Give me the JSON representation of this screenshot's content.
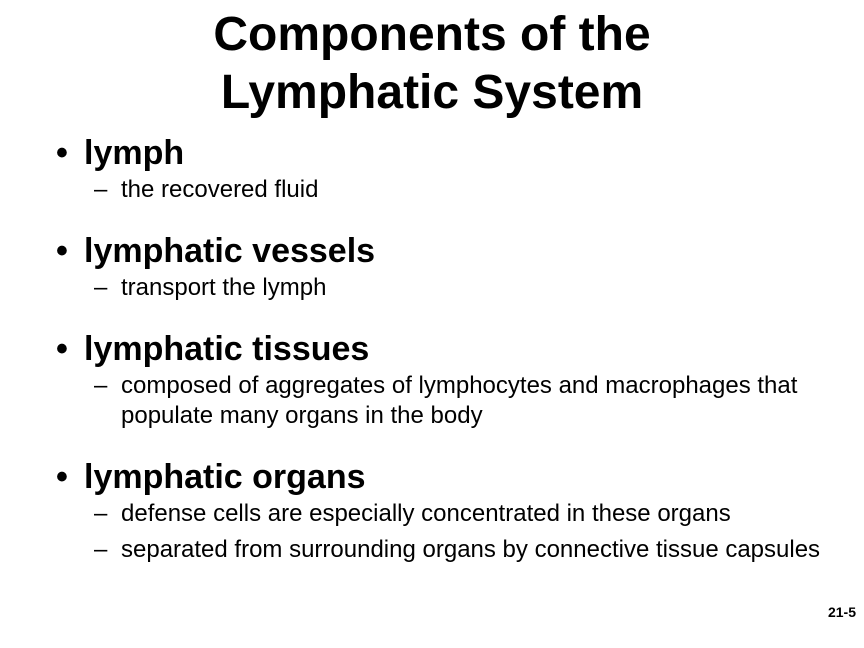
{
  "title": {
    "line1": "Components of the",
    "line2": "Lymphatic System"
  },
  "bullets": [
    {
      "heading": "lymph",
      "subs": [
        "the recovered fluid"
      ]
    },
    {
      "heading": "lymphatic vessels",
      "subs": [
        "transport the lymph"
      ]
    },
    {
      "heading": "lymphatic tissues",
      "subs": [
        "composed of aggregates of lymphocytes and macrophages that populate many organs in the body"
      ]
    },
    {
      "heading": "lymphatic organs",
      "subs": [
        "defense cells are especially concentrated in these organs",
        "separated from surrounding organs by connective tissue capsules"
      ]
    }
  ],
  "markers": {
    "bullet": "•",
    "dash": "–"
  },
  "slide_number": "21-5"
}
